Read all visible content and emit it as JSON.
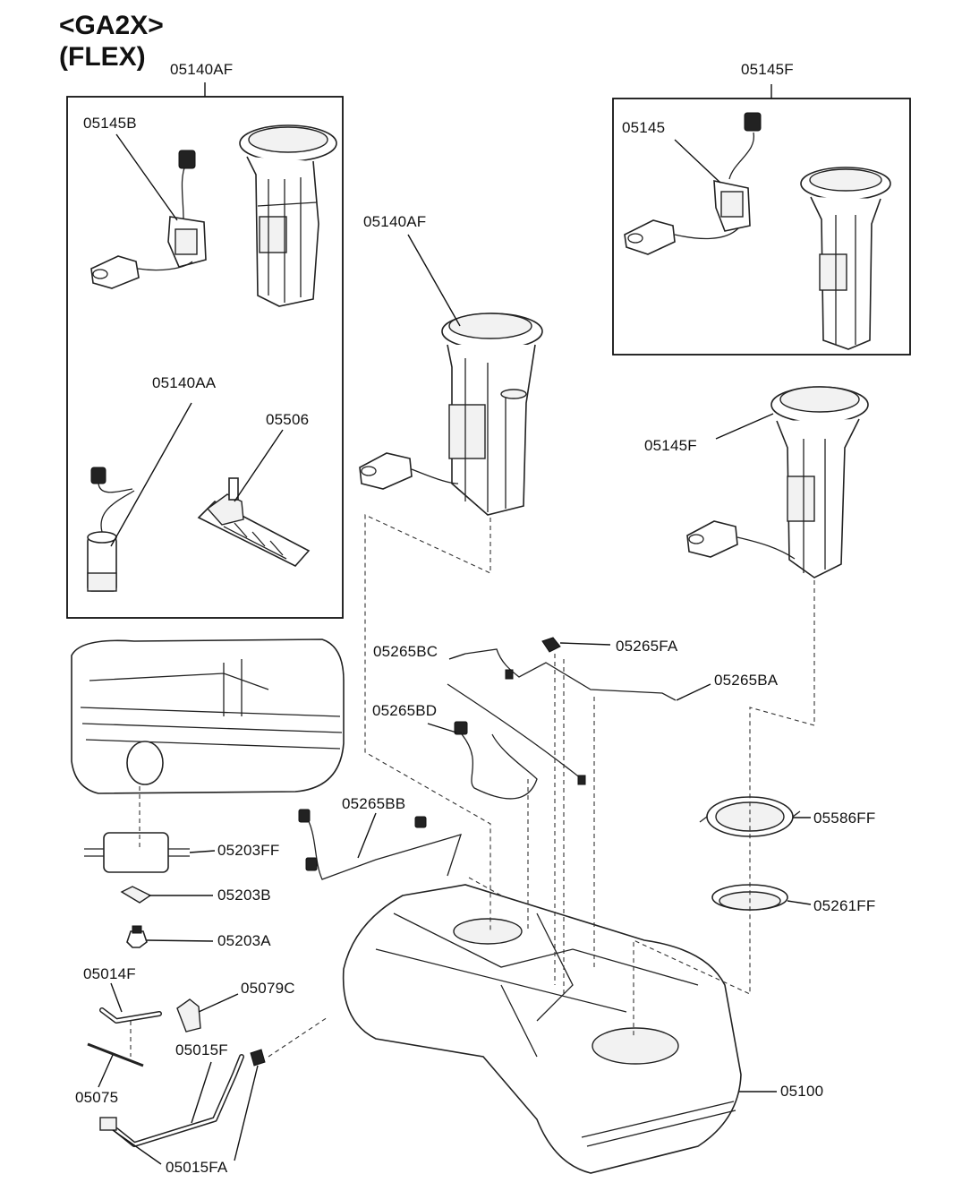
{
  "header": {
    "model": "<GA2X>",
    "variant": "(FLEX)"
  },
  "labels": {
    "l_05140AF_top": "05140AF",
    "l_05145F_top": "05145F",
    "l_05145B": "05145B",
    "l_05140AA": "05140AA",
    "l_05506": "05506",
    "l_05140AF_mid": "05140AF",
    "l_05145": "05145",
    "l_05145F_mid": "05145F",
    "l_05265BC": "05265BC",
    "l_05265FA": "05265FA",
    "l_05265BA": "05265BA",
    "l_05265BD": "05265BD",
    "l_05265BB": "05265BB",
    "l_05586FF": "05586FF",
    "l_05261FF": "05261FF",
    "l_05203FF": "05203FF",
    "l_05203B": "05203B",
    "l_05203A": "05203A",
    "l_05014F": "05014F",
    "l_05079C": "05079C",
    "l_05015F": "05015F",
    "l_05075": "05075",
    "l_05015FA": "05015FA",
    "l_05100": "05100"
  }
}
